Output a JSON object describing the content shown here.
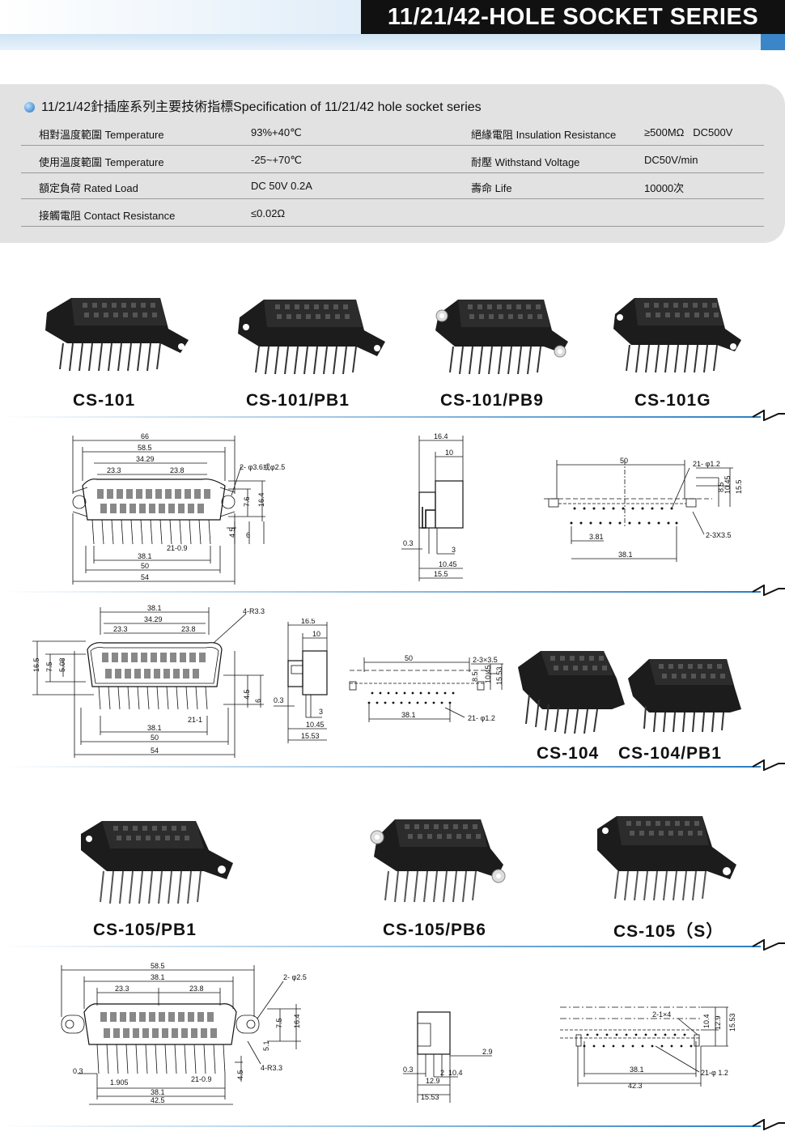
{
  "header": {
    "title": "11/21/42-HOLE SOCKET SERIES"
  },
  "spec": {
    "title": "11/21/42針插座系列主要技術指標Specification of 11/21/42 hole socket series",
    "rows": [
      {
        "label1": "相對溫度範圍 Temperature",
        "value1": "93%+40℃",
        "label2": "絕緣電阻 Insulation Resistance",
        "value2": "≥500MΩ   DC500V"
      },
      {
        "label1": "使用溫度範圍 Temperature",
        "value1": "-25~+70℃",
        "label2": "耐壓 Withstand Voltage",
        "value2": "DC50V/min"
      },
      {
        "label1": "額定負荷 Rated Load",
        "value1": "DC 50V 0.2A",
        "label2": "壽命 Life",
        "value2": "10000次"
      },
      {
        "label1": "接觸電阻 Contact Resistance",
        "value1": "≤0.02Ω",
        "label2": "",
        "value2": ""
      }
    ]
  },
  "models": {
    "cs101": "CS-101",
    "cs101pb1": "CS-101/PB1",
    "cs101pb9": "CS-101/PB9",
    "cs101g": "CS-101G",
    "cs104": "CS-104",
    "cs104pb1": "CS-104/PB1",
    "cs105pb1": "CS-105/PB1",
    "cs105pb6": "CS-105/PB6",
    "cs105s": "CS-105（S）"
  },
  "drawing1": {
    "front": {
      "d66": "66",
      "d585": "58.5",
      "d3429": "34.29",
      "d233": "23.3",
      "d238": "23.8",
      "hole": "2- φ3.6或φ2.5",
      "d76": "7.6",
      "d164": "16.4",
      "d45": "4.5",
      "d6": "6",
      "pins": "21-0.9",
      "d381": "38.1",
      "d50": "50",
      "d54": "54"
    },
    "side": {
      "d164": "16.4",
      "d10": "10",
      "d03": "0.3",
      "d3": "3",
      "d1045": "10.45",
      "d155": "15.5"
    },
    "bottom": {
      "d50": "50",
      "hole": "21- φ1.2",
      "d85": "8.5",
      "d1045": "10.45",
      "d155": "15.5",
      "slot": "2-3X3.5",
      "d381s": "3.81",
      "d381": "38.1"
    }
  },
  "drawing2": {
    "front": {
      "d381": "38.1",
      "d3429": "34.29",
      "radius": "4-R3.3",
      "d233": "23.3",
      "d238": "23.8",
      "d165": "16.5",
      "d75": "7.5",
      "d508": "5.08",
      "d45": "4.5",
      "d6": "6",
      "pins": "21-1",
      "d381b": "38.1",
      "d50": "50",
      "d54": "54"
    },
    "side": {
      "d165": "16.5",
      "d10": "10",
      "d03": "0.3",
      "d3": "3",
      "d1045": "10.45",
      "d1553": "15.53"
    },
    "bottom": {
      "d50": "50",
      "slot": "2-3×3.5",
      "d85": "8.5",
      "d1045": "10.45",
      "d1553": "15.53",
      "d381": "38.1",
      "hole": "21- φ1.2"
    }
  },
  "drawing3": {
    "front": {
      "d585": "58.5",
      "d381": "38.1",
      "hole": "2- φ2.5",
      "d233": "23.3",
      "d238": "23.8",
      "d75": "7.5",
      "d164": "16.4",
      "d51": "5.1",
      "radius": "4-R3.3",
      "d03": "0.3",
      "d1905": "1.905",
      "pins": "21-0.9",
      "d45": "4.5",
      "d381b": "38.1",
      "d425": "42.5"
    },
    "side": {
      "d29": "2.9",
      "d03": "0.3",
      "d2": "2",
      "d104": "10.4",
      "d129": "12.9",
      "d1553": "15.53"
    },
    "bottom": {
      "slot": "2-1×4",
      "d104": "10.4",
      "d129": "12.9",
      "d1553": "15.53",
      "d381": "38.1",
      "hole": "21-φ 1.2",
      "d423": "42.3"
    }
  }
}
